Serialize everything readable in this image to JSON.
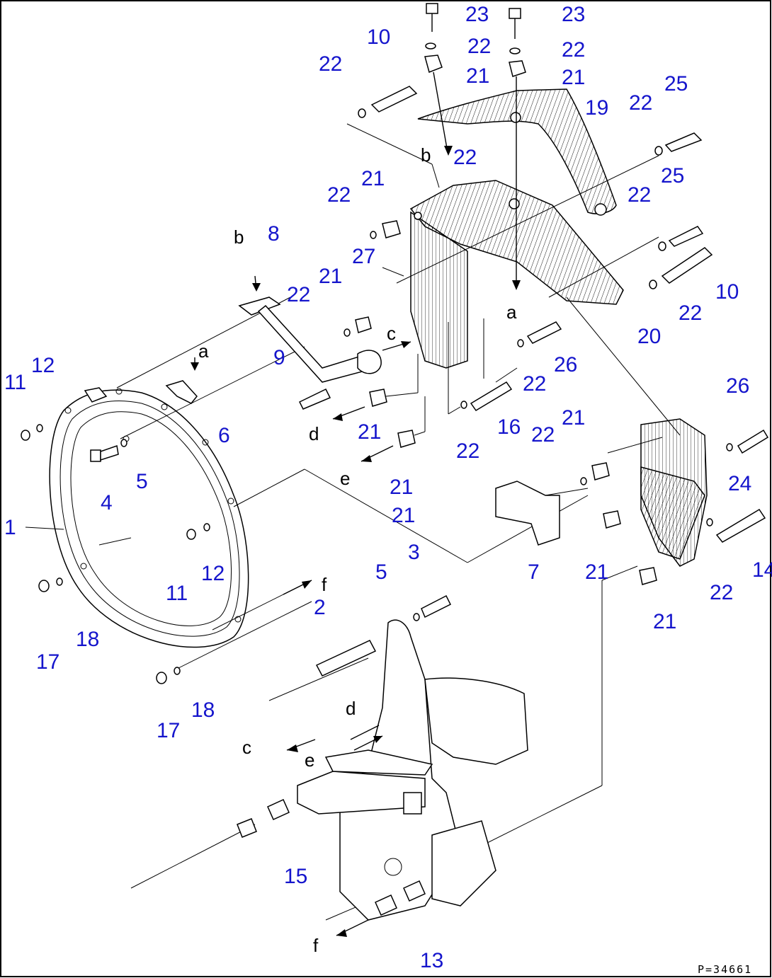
{
  "callouts": [
    "23",
    "23",
    "22",
    "22",
    "10",
    "21",
    "21",
    "22",
    "25",
    "19",
    "22",
    "22",
    "25",
    "21",
    "22",
    "8",
    "27",
    "22",
    "21",
    "10",
    "22",
    "20",
    "26",
    "12",
    "11",
    "6",
    "9",
    "22",
    "26",
    "16",
    "22",
    "22",
    "21",
    "24",
    "5",
    "4",
    "1",
    "21",
    "21",
    "7",
    "3",
    "14",
    "5",
    "12",
    "11",
    "18",
    "17",
    "2",
    "21",
    "22",
    "18",
    "17",
    "15",
    "13",
    "22",
    "21",
    "21"
  ],
  "view_letters": [
    "b",
    "b",
    "a",
    "a",
    "c",
    "d",
    "e",
    "f",
    "d",
    "c",
    "e",
    "f"
  ],
  "drawing_code": "P=34661"
}
